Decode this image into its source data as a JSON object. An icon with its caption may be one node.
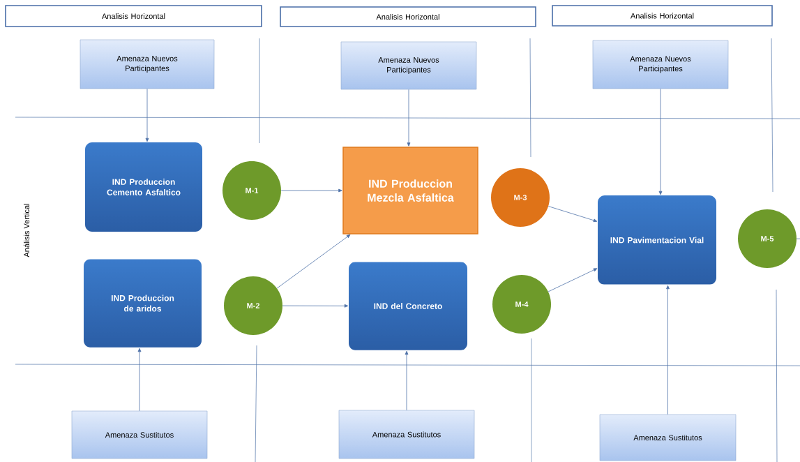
{
  "diagram": {
    "nodes": [
      {
        "text": [
          "Analisis Horizontal"
        ]
      },
      {
        "text": [
          "Analisis Horizontal"
        ]
      },
      {
        "text": [
          "Analisis Horizontal"
        ]
      },
      {
        "text": [
          "Amenaza Nuevos Participantes"
        ]
      },
      {
        "text": [
          "Amenaza Nuevos Participantes"
        ]
      },
      {
        "text": [
          "Amenaza Nuevos Participantes"
        ]
      },
      {
        "text": [
          "IND Produccion Cemento Asfaltico"
        ]
      },
      {
        "text": [
          "M-1"
        ]
      },
      {
        "text": [
          "IND Produccion Mezcla Asfaltica"
        ]
      },
      {
        "text": [
          "M-3"
        ]
      },
      {
        "text": [
          "IND Pavimentacion Vial"
        ]
      },
      {
        "text": [
          "M-5"
        ]
      },
      {
        "text": [
          "IND Produccion de aridos"
        ]
      },
      {
        "text": [
          "M-2"
        ]
      },
      {
        "text": [
          "IND del Concreto"
        ]
      },
      {
        "text": [
          "M-4"
        ]
      },
      {
        "text": [
          "Amenaza Sustitutos"
        ]
      },
      {
        "text": [
          "Amenaza Sustitutos"
        ]
      },
      {
        "text": [
          "Amenaza Sustitutos"
        ]
      }
    ],
    "edges": [
      {
        "from": 3,
        "to": 6,
        "arrow": "to"
      },
      {
        "from": 4,
        "to": 8,
        "arrow": "to"
      },
      {
        "from": 5,
        "to": 10,
        "arrow": "to"
      },
      {
        "from": 7,
        "to": 8,
        "arrow": "to"
      },
      {
        "from": 13,
        "to": 8,
        "arrow": "to"
      },
      {
        "from": 13,
        "to": 14,
        "arrow": "to"
      },
      {
        "from": 9,
        "to": 10,
        "arrow": "to"
      },
      {
        "from": 15,
        "to": 10,
        "arrow": "to"
      },
      {
        "from": 11,
        "to": null,
        "arrow": "none"
      },
      {
        "from": 16,
        "to": 12,
        "arrow": "to"
      },
      {
        "from": 17,
        "to": 14,
        "arrow": "to"
      },
      {
        "from": 18,
        "to": 10,
        "arrow": "to"
      }
    ],
    "labels": [
      "Análisis Vertical"
    ]
  }
}
